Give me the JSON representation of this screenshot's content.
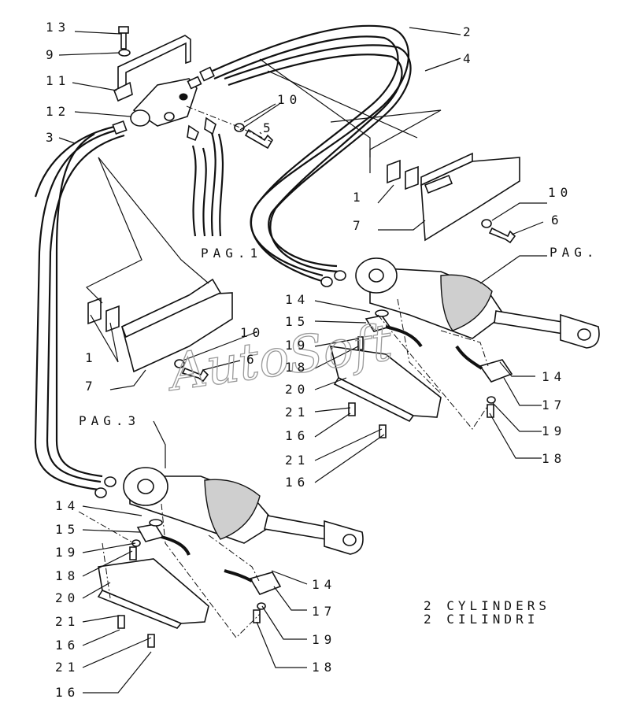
{
  "watermark": "AutoSoft",
  "caption": {
    "line1": "2 CYLINDERS",
    "line2": "2 CILINDRI"
  },
  "labels": {
    "l13": "13",
    "l9_top": "9",
    "l11": "11",
    "l12": "12",
    "l3": "3",
    "l2": "2",
    "l4": "4",
    "l10_top": "10",
    "l5": "5",
    "pag_center": "PAG.1",
    "l1_upper": "1",
    "l7_upper": "7",
    "l10_right": "10",
    "l6_right": "6",
    "pag_right": "PAG.",
    "l14_mid": "14",
    "l15_mid": "15",
    "l19_mid": "19",
    "l18_mid": "18",
    "l20_mid": "20",
    "l21_mid_a": "21",
    "l16_mid_a": "16",
    "l21_mid_b": "21",
    "l16_mid_b": "16",
    "l1_lower": "1",
    "l7_lower": "7",
    "l10_lower": "10",
    "l6_lower": "6",
    "l14_r": "14",
    "l17_r": "17",
    "l19_r": "19",
    "l18_r": "18",
    "pag_3": "PAG.3",
    "l14_low": "14",
    "l15_low": "15",
    "l19_low": "19",
    "l18_low": "18",
    "l20_low": "20",
    "l21_low_a": "21",
    "l16_low_a": "16",
    "l21_low_b": "21",
    "l16_low_b": "16",
    "l14_lr": "14",
    "l17_lr": "17",
    "l19_lr": "19",
    "l18_lr": "18"
  }
}
